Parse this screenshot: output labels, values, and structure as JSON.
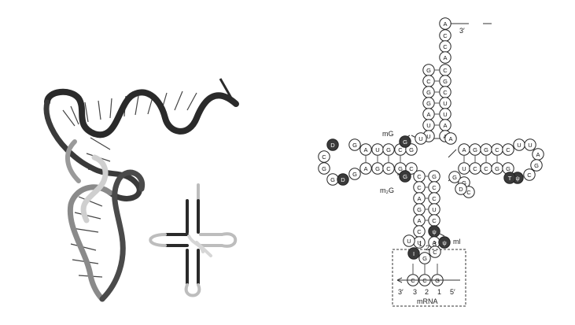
{
  "labels": {
    "three_prime_top": "3′",
    "mG": "mG",
    "m2G": "m₂G",
    "ml": "ml",
    "mrna": "mRNA",
    "mrna_three_prime": "3′",
    "mrna_five_prime": "5′",
    "codon_numbers": [
      "3",
      "2",
      "1"
    ],
    "anticodon_numbers": [
      "1",
      "2",
      "3"
    ]
  },
  "acceptor_stem": {
    "tail": [
      "A",
      "C",
      "C",
      "A"
    ],
    "left_strand": [
      "G",
      "C",
      "G",
      "G",
      "A",
      "U",
      "U"
    ],
    "right_strand": [
      "C",
      "G",
      "C",
      "U",
      "U",
      "A",
      "A"
    ]
  },
  "d_arm": {
    "top_strand": [
      "A",
      "U",
      "G",
      "C",
      "G"
    ],
    "bottom_strand": [
      "A",
      "G",
      "C",
      "G",
      "C"
    ],
    "loop": [
      "G",
      "D",
      "C",
      "G",
      "G",
      "D",
      "G"
    ],
    "junction": [
      "U",
      "G"
    ],
    "modified": [
      "D",
      "D",
      "G"
    ]
  },
  "t_arm": {
    "top_strand": [
      "A",
      "G",
      "G",
      "C",
      "C"
    ],
    "bottom_strand": [
      "U",
      "C",
      "C",
      "G",
      "G"
    ],
    "loop": [
      "U",
      "U",
      "A",
      "G",
      "C",
      "ψ",
      "T"
    ],
    "junction": [
      "A",
      "G",
      "G",
      "C",
      "D"
    ]
  },
  "anticodon_arm": {
    "left_strand": [
      "C",
      "C",
      "A",
      "G",
      "A",
      "C",
      "U"
    ],
    "right_strand": [
      "G",
      "C",
      "C",
      "U",
      "C",
      "ψ",
      "A"
    ],
    "loop": [
      "U",
      "U",
      "I",
      "G",
      "C"
    ],
    "modified": [
      "G",
      "I",
      "ψ"
    ]
  },
  "mrna_codon": [
    "C",
    "C",
    "G"
  ],
  "colors": {
    "modified_fill": "#3a3a3a",
    "backbone_dark": "#2a2a2a",
    "backbone_light": "#bdbdbd",
    "backbone_mid": "#8a8a8a"
  }
}
